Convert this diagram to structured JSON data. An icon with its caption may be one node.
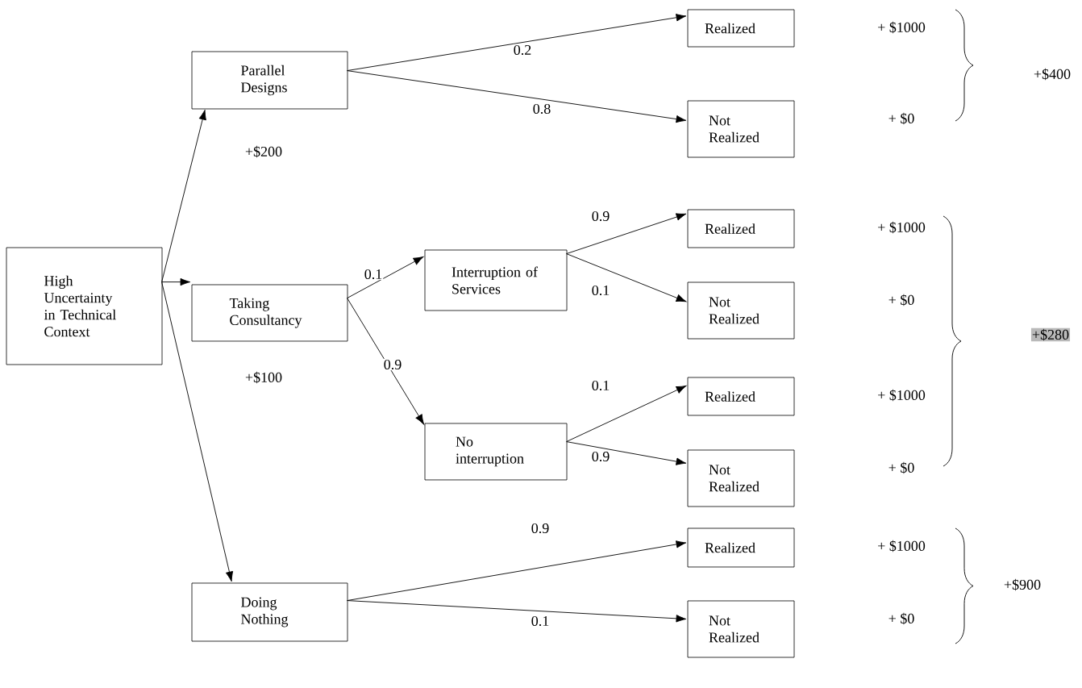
{
  "diagram": {
    "nodes": [
      {
        "text": [
          "High Uncertainty in Technical Context"
        ]
      },
      {
        "text": [
          "Parallel Designs"
        ],
        "beside": [
          "+$200"
        ]
      },
      {
        "text": [
          "Taking Consultancy"
        ],
        "beside": [
          "+$100"
        ]
      },
      {
        "text": [
          "Doing Nothing"
        ]
      },
      {
        "text": [
          "Realized"
        ]
      },
      {
        "text": [
          "Not Realized"
        ]
      },
      {
        "text": [
          "Interruption of Services"
        ]
      },
      {
        "text": [
          "No interruption"
        ]
      },
      {
        "text": [
          "Realized"
        ]
      },
      {
        "text": [
          "Not Realized"
        ]
      },
      {
        "text": [
          "Realized"
        ]
      },
      {
        "text": [
          "Not Realized"
        ]
      },
      {
        "text": [
          "Realized"
        ]
      },
      {
        "text": [
          "Not Realized"
        ]
      }
    ],
    "edges": [
      {
        "from": 0,
        "to": 1,
        "arrow": "to"
      },
      {
        "from": 0,
        "to": 2,
        "arrow": "to"
      },
      {
        "from": 0,
        "to": 3,
        "arrow": "to"
      },
      {
        "from": 1,
        "to": 4,
        "arrow": "to",
        "label": "0.2"
      },
      {
        "from": 1,
        "to": 5,
        "arrow": "to",
        "label": "0.8"
      },
      {
        "from": 2,
        "to": 6,
        "arrow": "to",
        "label": "0.1"
      },
      {
        "from": 2,
        "to": 7,
        "arrow": "to",
        "label": "0.9"
      },
      {
        "from": 6,
        "to": 8,
        "arrow": "to",
        "label": "0.9"
      },
      {
        "from": 6,
        "to": 9,
        "arrow": "to",
        "label": "0.1"
      },
      {
        "from": 7,
        "to": 10,
        "arrow": "to",
        "label": "0.1"
      },
      {
        "from": 7,
        "to": 11,
        "arrow": "to",
        "label": "0.9"
      },
      {
        "from": 3,
        "to": 12,
        "arrow": "to",
        "label": "0.9"
      },
      {
        "from": 3,
        "to": 13,
        "arrow": "to",
        "label": "0.1"
      }
    ],
    "labels": [
      "+ $1000",
      "+$400",
      "+ $0",
      "+ $1000",
      "+ $0",
      "+$280",
      "+ $1000",
      "+ $0",
      "+ $1000",
      "+$900",
      "+ $0"
    ]
  }
}
